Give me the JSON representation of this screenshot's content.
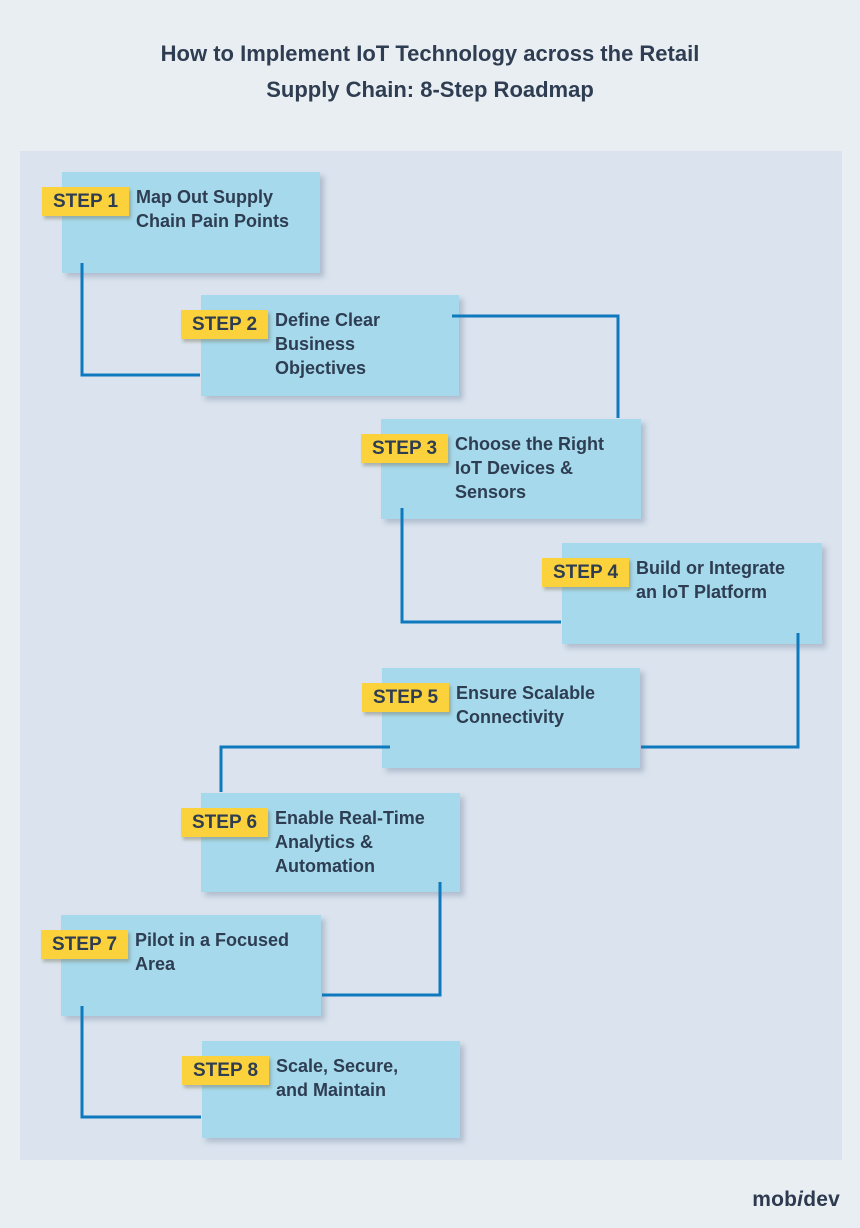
{
  "title": {
    "line1": "How to Implement IoT Technology across the Retail",
    "line2": "Supply Chain: 8-Step Roadmap"
  },
  "steps": [
    {
      "badge": "STEP 1",
      "lines": "Map Out Supply\nChain Pain Points"
    },
    {
      "badge": "STEP 2",
      "lines": "Define Clear\nBusiness\nObjectives"
    },
    {
      "badge": "STEP 3",
      "lines": "Choose the Right\nIoT Devices &\nSensors"
    },
    {
      "badge": "STEP 4",
      "lines": "Build or Integrate\nan IoT Platform"
    },
    {
      "badge": "STEP 5",
      "lines": "Ensure Scalable\nConnectivity"
    },
    {
      "badge": "STEP 6",
      "lines": "Enable Real-Time\nAnalytics &\nAutomation"
    },
    {
      "badge": "STEP 7",
      "lines": "Pilot in a Focused\nArea"
    },
    {
      "badge": "STEP 8",
      "lines": "Scale, Secure,\nand Maintain"
    }
  ],
  "brand": {
    "pre": "mob",
    "i": "i",
    "post": "dev"
  },
  "colors": {
    "page_bg": "#e9eef2",
    "panel_bg": "#dae3ee",
    "box_blue": "#a5d9eb",
    "badge_yellow": "#fcd23c",
    "connector_blue": "#0f79bd",
    "text_navy": "#2e3d52"
  }
}
